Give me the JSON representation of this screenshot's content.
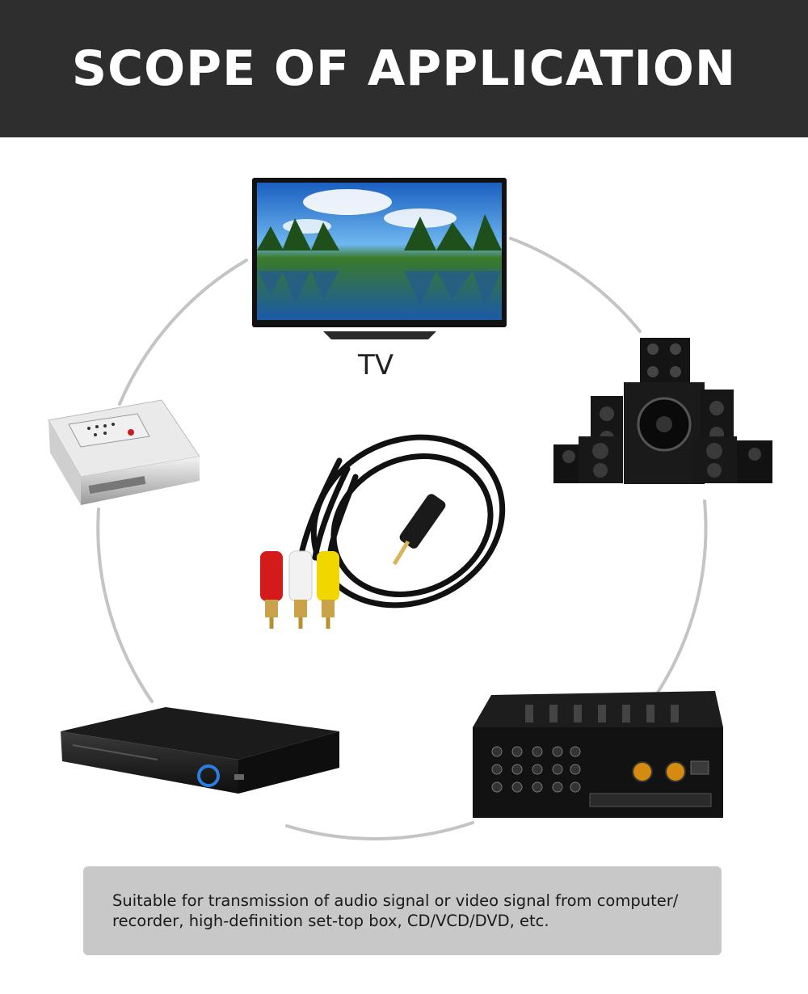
{
  "header": {
    "title": "SCOPE OF APPLICATION"
  },
  "devices": {
    "tv": {
      "label": "TV",
      "icon": "tv-icon"
    },
    "speakers": {
      "icon": "speaker-system-icon"
    },
    "settop": {
      "icon": "set-top-box-icon"
    },
    "dvd": {
      "icon": "dvd-player-icon"
    },
    "amplifier": {
      "icon": "amplifier-icon"
    },
    "cable": {
      "icon": "av-cable-icon"
    }
  },
  "caption": {
    "line1": "Suitable for transmission of audio signal or video signal from computer/",
    "line2": "recorder, high-definition set-top box, CD/VCD/DVD, etc."
  },
  "colors": {
    "header_bg": "#2e2e2e",
    "ring": "#c4c4c4",
    "caption_bg": "#c8c8c8",
    "rca_red": "#d41a1a",
    "rca_white": "#f2f2f2",
    "rca_yellow": "#f2d600"
  }
}
